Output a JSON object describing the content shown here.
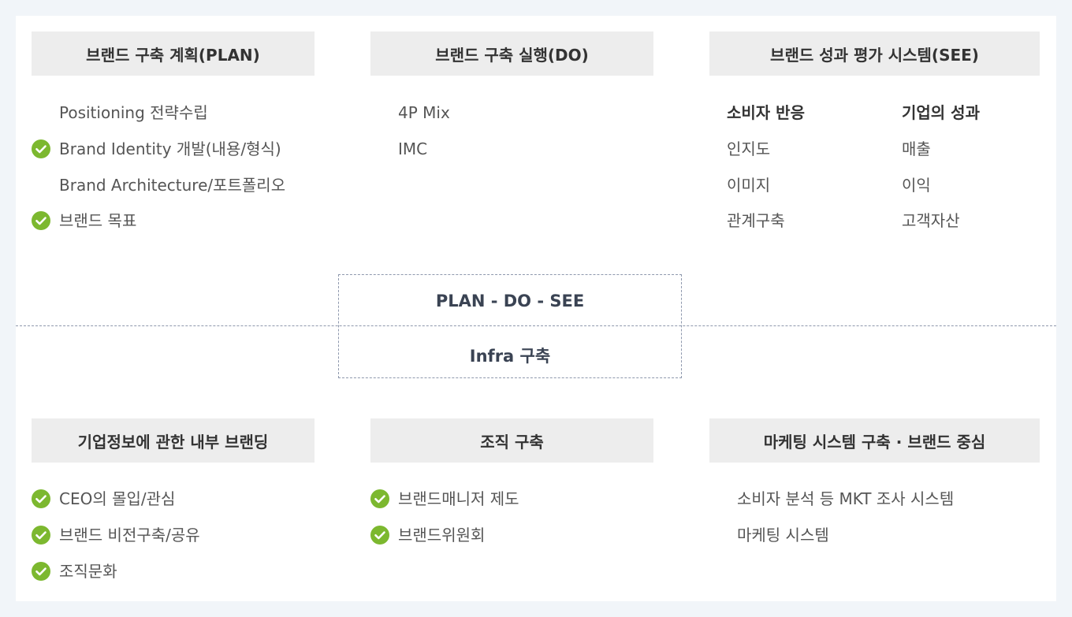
{
  "top": {
    "plan": {
      "header": "브랜드 구축 계획(PLAN)",
      "items": [
        {
          "text": "Positioning 전략수립",
          "checked": false
        },
        {
          "text": "Brand Identity 개발(내용/형식)",
          "checked": true
        },
        {
          "text": "Brand Architecture/포트폴리오",
          "checked": false
        },
        {
          "text": "브랜드 목표",
          "checked": true
        }
      ]
    },
    "do": {
      "header": "브랜드 구축 실행(DO)",
      "items": [
        "4P Mix",
        "IMC"
      ]
    },
    "see": {
      "header": "브랜드 성과 평가 시스템(SEE)",
      "col1": {
        "head": "소비자 반응",
        "items": [
          "인지도",
          "이미지",
          "관계구축"
        ]
      },
      "col2": {
        "head": "기업의 성과",
        "items": [
          "매출",
          "이익",
          "고객자산"
        ]
      }
    }
  },
  "center": {
    "top_label": "PLAN - DO - SEE",
    "bottom_label": "Infra 구축"
  },
  "bottom": {
    "internal": {
      "header": "기업정보에 관한 내부 브랜딩",
      "items": [
        "CEO의 몰입/관심",
        "브랜드 비전구축/공유",
        "조직문화"
      ]
    },
    "org": {
      "header": "조직 구축",
      "items": [
        "브랜드매니저 제도",
        "브랜드위원회"
      ]
    },
    "mkt": {
      "header": "마케팅 시스템 구축 · 브랜드 중심",
      "items": [
        "소비자 분석 등 MKT 조사 시스템",
        "마케팅 시스템"
      ]
    }
  },
  "colors": {
    "check": "#7cb82f",
    "header_bg": "#ededed",
    "dashed": "#8e98ad"
  }
}
